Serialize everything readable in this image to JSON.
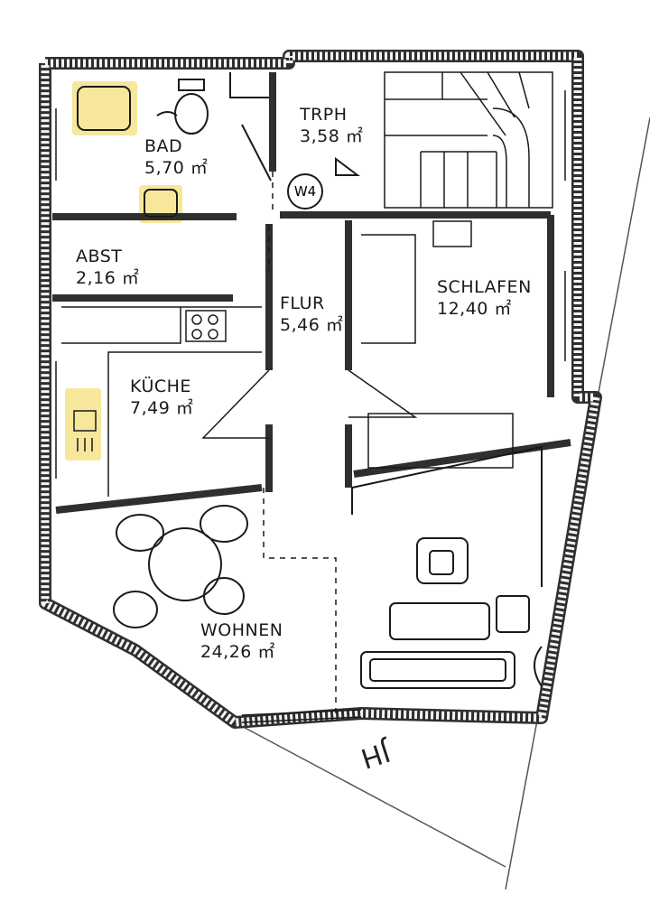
{
  "rooms": {
    "bad": {
      "name": "BAD",
      "area": "5,70 ㎡"
    },
    "trph": {
      "name": "TRPH",
      "area": "3,58 ㎡"
    },
    "abst": {
      "name": "ABST",
      "area": "2,16 ㎡"
    },
    "flur": {
      "name": "FLUR",
      "area": "5,46 ㎡"
    },
    "schlafen": {
      "name": "SCHLAFEN",
      "area": "12,40 ㎡"
    },
    "kueche": {
      "name": "KÜCHE",
      "area": "7,49 ㎡"
    },
    "wohnen": {
      "name": "WOHNEN",
      "area": "24,26 ㎡"
    }
  },
  "marker": {
    "label": "W4"
  },
  "handwriting": {
    "text": "JH"
  },
  "colors": {
    "wall": "#3a3a3a",
    "line": "#1a1a1a",
    "highlight": "#f3df7a"
  }
}
